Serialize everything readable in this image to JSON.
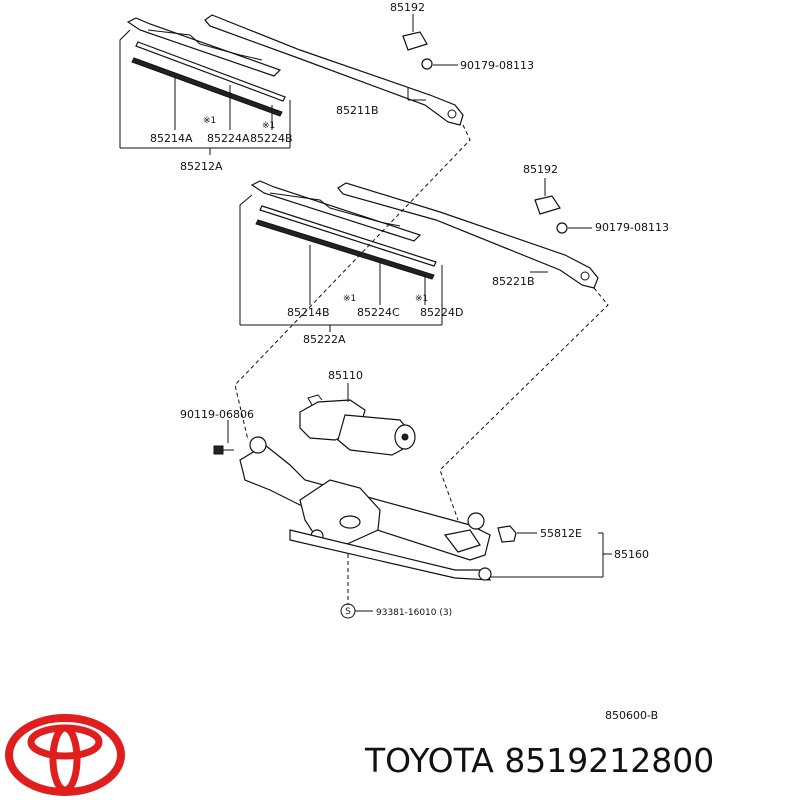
{
  "parts": {
    "cap_top": "85192",
    "nut_top": "90179-08113",
    "arm_top": "85211B",
    "blade_a_rubber": "85214A",
    "blade_a_insert": "85224A",
    "blade_a_insert2": "85224B",
    "blade_a_asm": "85212A",
    "cap_mid": "85192",
    "nut_mid": "90179-08113",
    "arm_mid": "85221B",
    "blade_b_rubber": "85214B",
    "blade_b_insert": "85224C",
    "blade_b_insert2": "85224D",
    "blade_b_asm": "85222A",
    "motor": "85110",
    "bolt": "90119-06806",
    "rod_link": "55812E",
    "link_asm": "85160",
    "screw_symbol": "S",
    "screw": "93381-16010 (3)",
    "note_mark": "※1",
    "figure_code": "850600-B"
  },
  "brand": {
    "name_and_number": "TOYOTA 8519212800",
    "logo_color": "#e01e1e"
  }
}
